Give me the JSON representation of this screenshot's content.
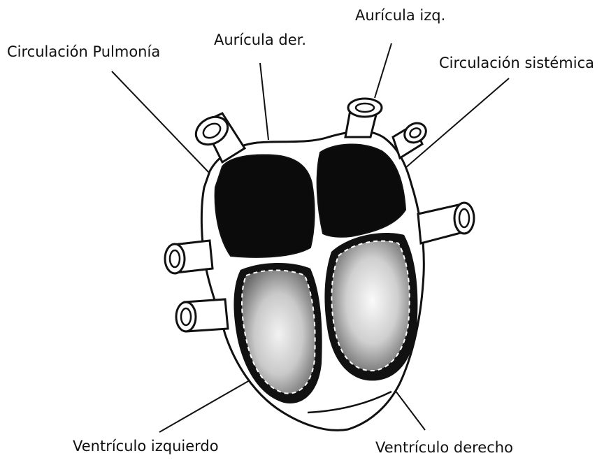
{
  "labels": {
    "circulacion_pulmonia": "Circulación Pulmonía",
    "auricula_der": "Aurícula der.",
    "auricula_izq": "Aurícula izq.",
    "circulacion_sistemica": "Circulación sistémica",
    "ventriculo_izquierdo": "Ventrículo izquierdo",
    "ventriculo_derecho": "Ventrículo derecho"
  },
  "colors": {
    "ink": "#111111",
    "chamber_dark": "#0b0b0b",
    "ventricle_fill": "#bdbdbd",
    "ventricle_core": "#e6e6e6",
    "background": "#ffffff"
  }
}
